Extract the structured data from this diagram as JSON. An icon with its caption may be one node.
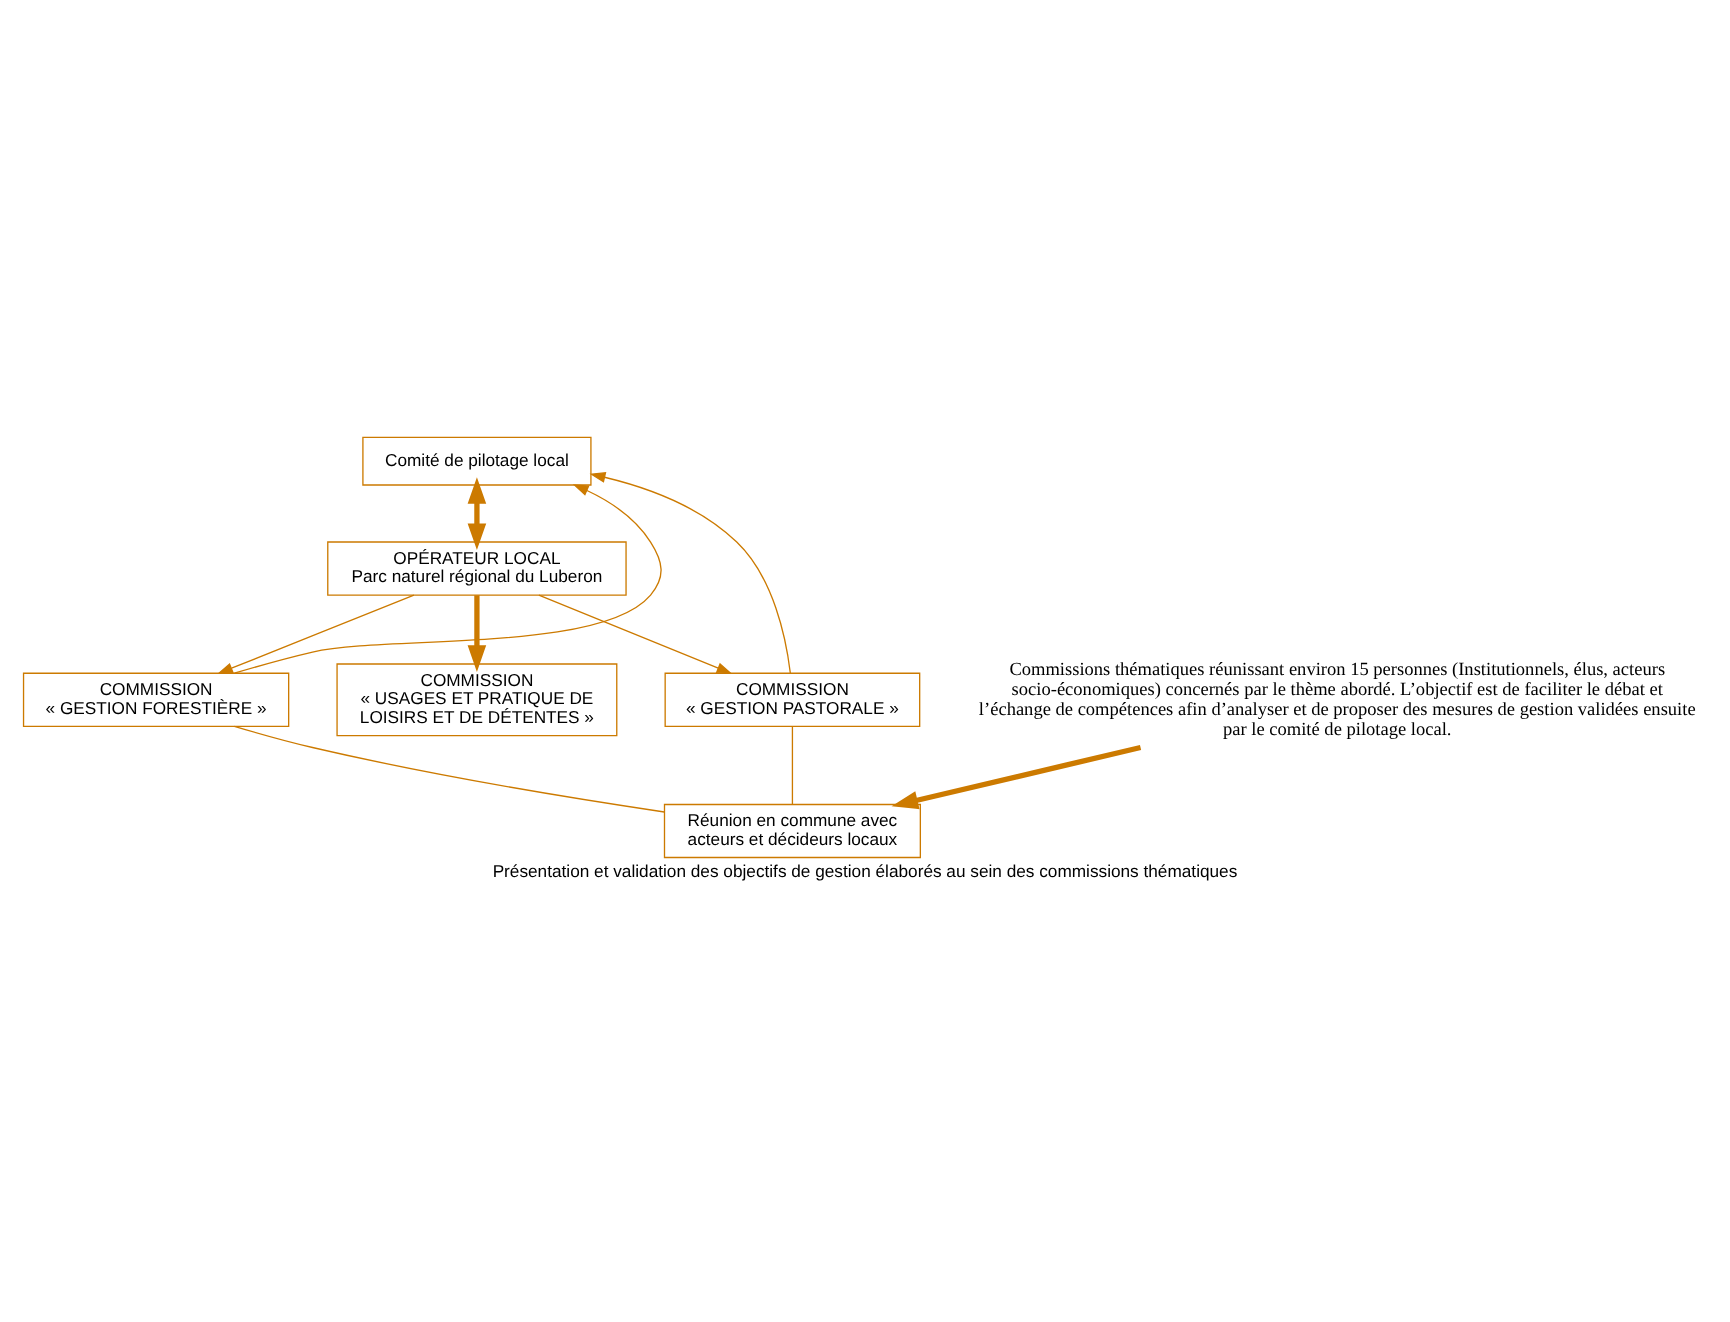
{
  "diagram": {
    "caption": "Présentation et validation des objectifs de gestion élaborés au sein des commissions thématiques",
    "nodes": [
      {
        "text": [
          "Comité de pilotage local"
        ]
      },
      {
        "text": [
          "OPÉRATEUR LOCAL",
          "Parc naturel régional du Luberon"
        ]
      },
      {
        "text": [
          "COMMISSION",
          "« GESTION FORESTIÈRE »"
        ]
      },
      {
        "text": [
          "COMMISSION",
          "« USAGES ET PRATIQUE DE LOISIRS ET DE DÉTENTES »"
        ]
      },
      {
        "text": [
          "COMMISSION",
          "« GESTION PASTORALE »"
        ]
      },
      {
        "text": [
          "Commissions thématiques réunissant environ 15 personnes (Institutionnels, élus, acteurs socio-économiques) concernés par le thème abordé. L’objectif est de faciliter le débat et l’échange de compétences afin d’analyser et de proposer des mesures de gestion validées ensuite par le comité de pilotage local."
        ]
      },
      {
        "text": [
          "Réunion en commune avec acteurs et décideurs locaux"
        ]
      }
    ],
    "edges": [
      {
        "from": 0,
        "to": 1,
        "arrow": "both",
        "style": "thick"
      },
      {
        "from": 1,
        "to": 2,
        "arrow": "to"
      },
      {
        "from": 1,
        "to": 3,
        "arrow": "to",
        "style": "thick"
      },
      {
        "from": 1,
        "to": 4,
        "arrow": "to"
      },
      {
        "from": 2,
        "to": 0,
        "arrow": "to"
      },
      {
        "from": 4,
        "to": 0,
        "arrow": "to"
      },
      {
        "from": 2,
        "to": 6,
        "arrow": "none"
      },
      {
        "from": 4,
        "to": 6,
        "arrow": "none"
      },
      {
        "from": 5,
        "to": 6,
        "arrow": "to",
        "style": "thick"
      }
    ]
  }
}
